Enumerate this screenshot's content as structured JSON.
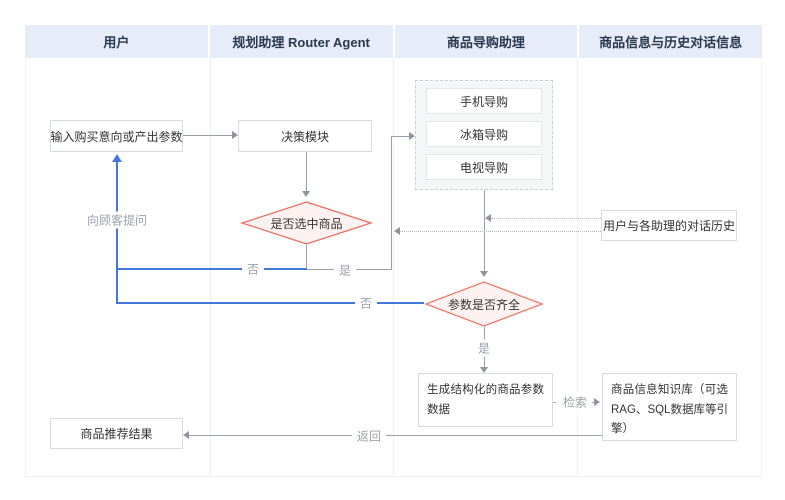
{
  "lanes": [
    {
      "label": "用户"
    },
    {
      "label": "规划助理 Router Agent"
    },
    {
      "label": "商品导购助理"
    },
    {
      "label": "商品信息与历史对话信息"
    }
  ],
  "nodes": {
    "input": "输入购买意向或产出参数",
    "decision_module": "决策模块",
    "guide_phone": "手机导购",
    "guide_fridge": "冰箱导购",
    "guide_tv": "电视导购",
    "diamond_selected": "是否选中商品",
    "diamond_params": "参数是否齐全",
    "history": "用户与各助理的对话历史",
    "generate": "生成结构化的商品参数数据",
    "knowledge": "商品信息知识库（可选RAG、SQL数据库等引擎）",
    "result": "商品推荐结果"
  },
  "edge_labels": {
    "ask_customer": "向顾客提问",
    "no1": "否",
    "yes1": "是",
    "no2": "否",
    "yes2": "是",
    "retrieve": "检索",
    "return": "返回"
  },
  "colors": {
    "header_bg": "#e7edf8",
    "header_text": "#2b384f",
    "box_border": "#d8dbdf",
    "diamond_border": "#ed6a5a",
    "diamond_fill": "#fdf2f1",
    "line_gray": "#9aa0a6",
    "line_blue": "#4377dc",
    "label_gray": "#99a1a9"
  }
}
